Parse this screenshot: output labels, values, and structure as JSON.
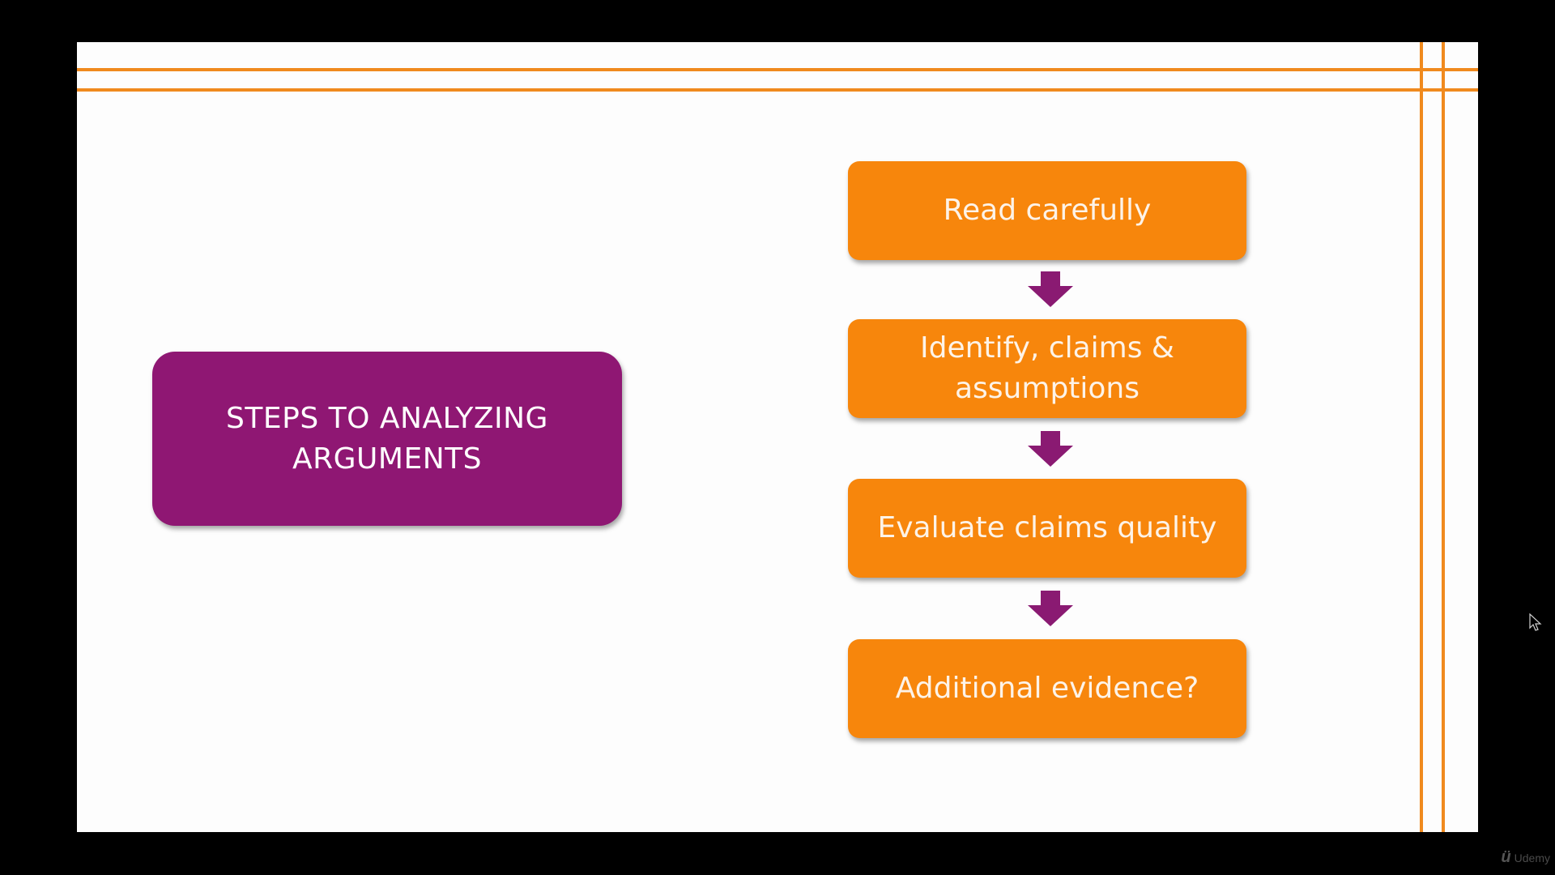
{
  "slide": {
    "title_lines": [
      "STEPS TO ANALYZING",
      "ARGUMENTS"
    ],
    "steps": [
      {
        "lines": [
          "Read carefully"
        ]
      },
      {
        "lines": [
          "Identify, claims &",
          "assumptions"
        ]
      },
      {
        "lines": [
          "Evaluate claims quality"
        ]
      },
      {
        "lines": [
          "Additional evidence?"
        ]
      }
    ],
    "arrow_icon": "down-arrow-icon"
  },
  "colors": {
    "accent_orange": "#f7860c",
    "frame_orange": "#f08a1e",
    "title_purple": "#8f1773",
    "arrow_purple": "#8a1a72"
  },
  "watermark": {
    "logo": "ü",
    "text": "Udemy"
  }
}
